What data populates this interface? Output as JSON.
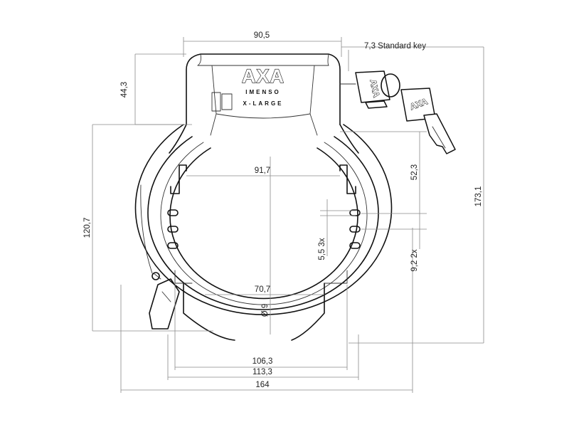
{
  "lock": {
    "brand": "AXA",
    "model": "IMENSO",
    "variant": "X-LARGE"
  },
  "dimensions": {
    "top_width": "90,5",
    "key_note": "7,3 Standard key",
    "head_height": "44,3",
    "total_height": "173,1",
    "inner_height": "120,7",
    "opening_depth": "52,3",
    "inner_width_top": "91,7",
    "small_slots": "5,5 3x",
    "large_slots": "9,2 2x",
    "inner_width_bottom": "70,7",
    "bolt_diameter": "Ø 9",
    "outer_width_1": "106,3",
    "outer_width_2": "113,3",
    "total_width": "164"
  }
}
